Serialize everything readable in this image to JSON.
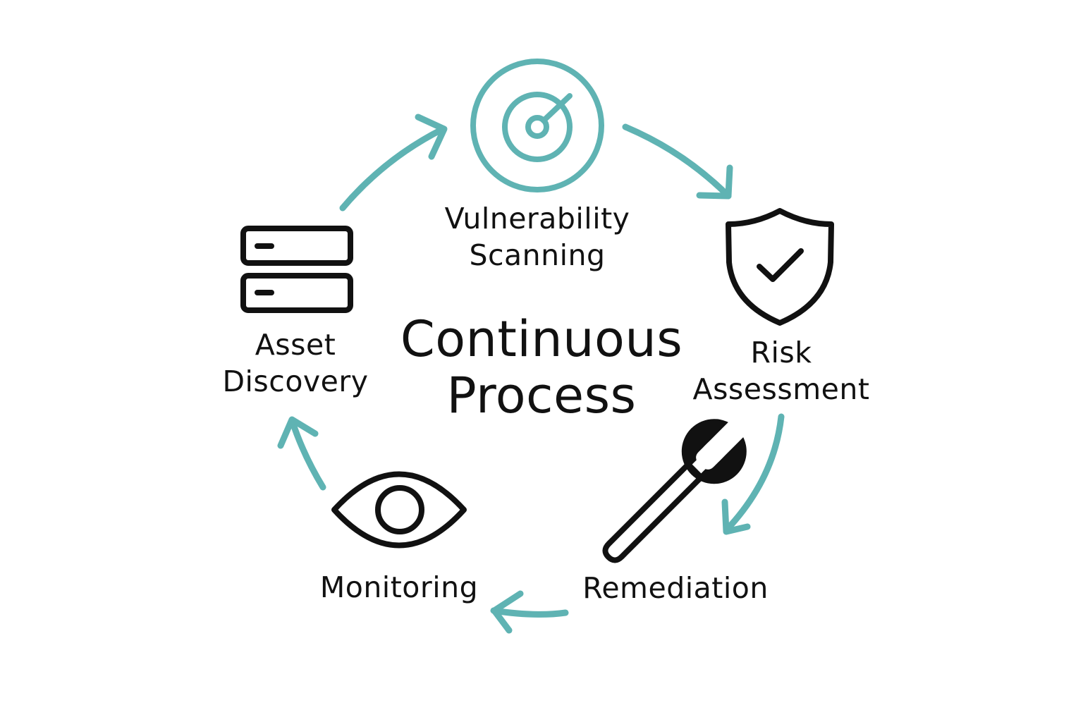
{
  "colors": {
    "accent": "#5fb3b3",
    "ink": "#111111",
    "background": "#ffffff"
  },
  "center": {
    "line1": "Continuous",
    "line2": "Process"
  },
  "steps": [
    {
      "id": "vulnerability-scanning",
      "icon": "radar-target-icon",
      "line1": "Vulnerability",
      "line2": "Scanning"
    },
    {
      "id": "risk-assessment",
      "icon": "shield-check-icon",
      "line1": "Risk",
      "line2": "Assessment"
    },
    {
      "id": "remediation",
      "icon": "wrench-icon",
      "line1": "Remediation"
    },
    {
      "id": "monitoring",
      "icon": "eye-icon",
      "line1": "Monitoring"
    },
    {
      "id": "asset-discovery",
      "icon": "server-icon",
      "line1": "Asset",
      "line2": "Discovery"
    }
  ]
}
